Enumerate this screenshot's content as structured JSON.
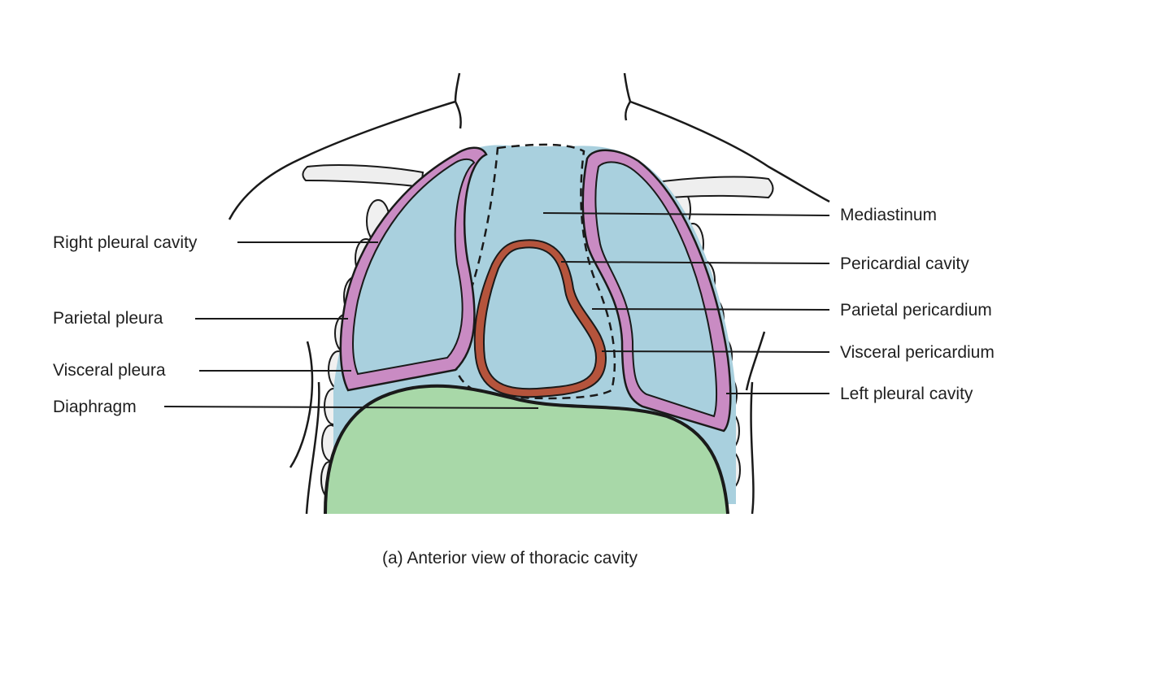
{
  "labels": {
    "right_pleural_cavity": "Right pleural cavity",
    "parietal_pleura": "Parietal pleura",
    "visceral_pleura": "Visceral pleura",
    "diaphragm": "Diaphragm",
    "mediastinum": "Mediastinum",
    "pericardial_cavity": "Pericardial cavity",
    "parietal_pericardium": "Parietal pericardium",
    "visceral_pericardium": "Visceral pericardium",
    "left_pleural_cavity": "Left pleural cavity"
  },
  "caption": "(a) Anterior view of thoracic cavity",
  "colors": {
    "cavity_fill": "#a9d0de",
    "pleura": "#c98bc3",
    "pericardium": "#b5543c",
    "diaphragm_fill": "#a8d8a8",
    "outline": "#1a1a1a",
    "rib": "#eeeeee"
  }
}
